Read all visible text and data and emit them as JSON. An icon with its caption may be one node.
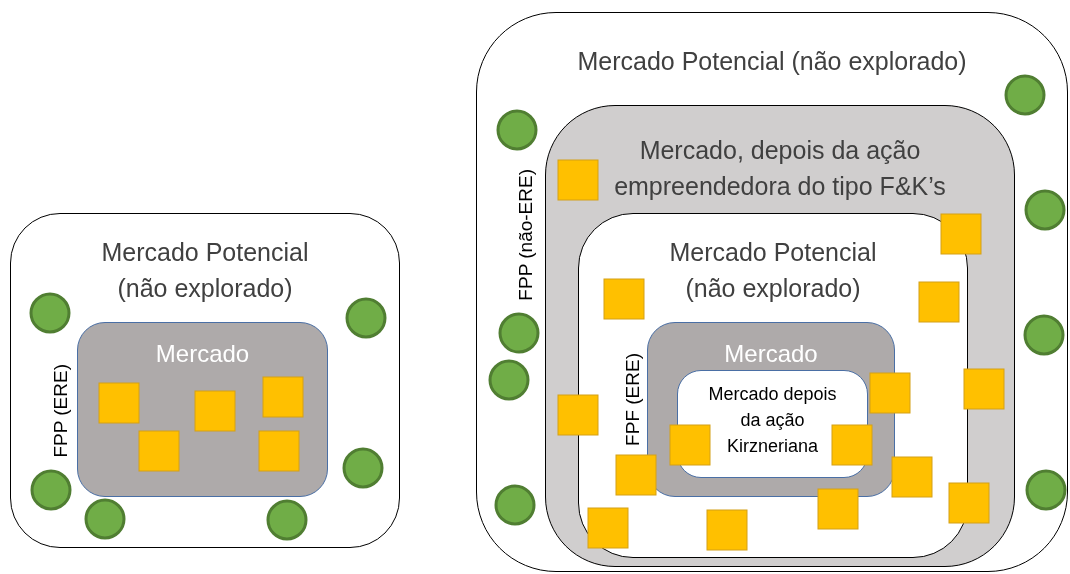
{
  "diagram": {
    "nodes": [
      {
        "text": [
          "Mercado Potencial (não explorado)"
        ]
      },
      {
        "text": [
          "Mercado"
        ],
        "in": 0,
        "beside": [
          "FPP (ERE)"
        ]
      },
      {
        "text": [
          "Mercado Potencial (não explorado)"
        ]
      },
      {
        "text": [
          "Mercado, depois da ação empreendedora do tipo F&K’s"
        ],
        "in": 2,
        "beside": [
          "FPP (não-ERE)"
        ]
      },
      {
        "text": [
          "Mercado Potencial (não explorado)"
        ],
        "in": 3
      },
      {
        "text": [
          "Mercado"
        ],
        "in": 4,
        "beside": [
          "FPF (ERE)"
        ]
      },
      {
        "text": [
          "Mercado depois da ação Kirzneriana"
        ],
        "in": 5
      }
    ]
  }
}
